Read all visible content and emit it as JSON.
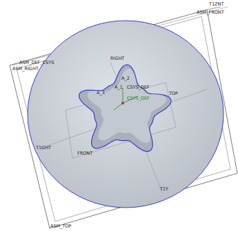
{
  "diagram": {
    "labels": [
      "T1ZNT",
      "ASM_FRONT",
      "ASM_DEF_CSYS",
      "ASM_RIGHT",
      "RIGHT",
      "A_2",
      "A_1",
      "CSYS_DEF",
      "A_3",
      "CSYS_DEF",
      "TOP",
      "T1GHT",
      "FRONT",
      "T1Y",
      "ASM_TOP"
    ]
  }
}
